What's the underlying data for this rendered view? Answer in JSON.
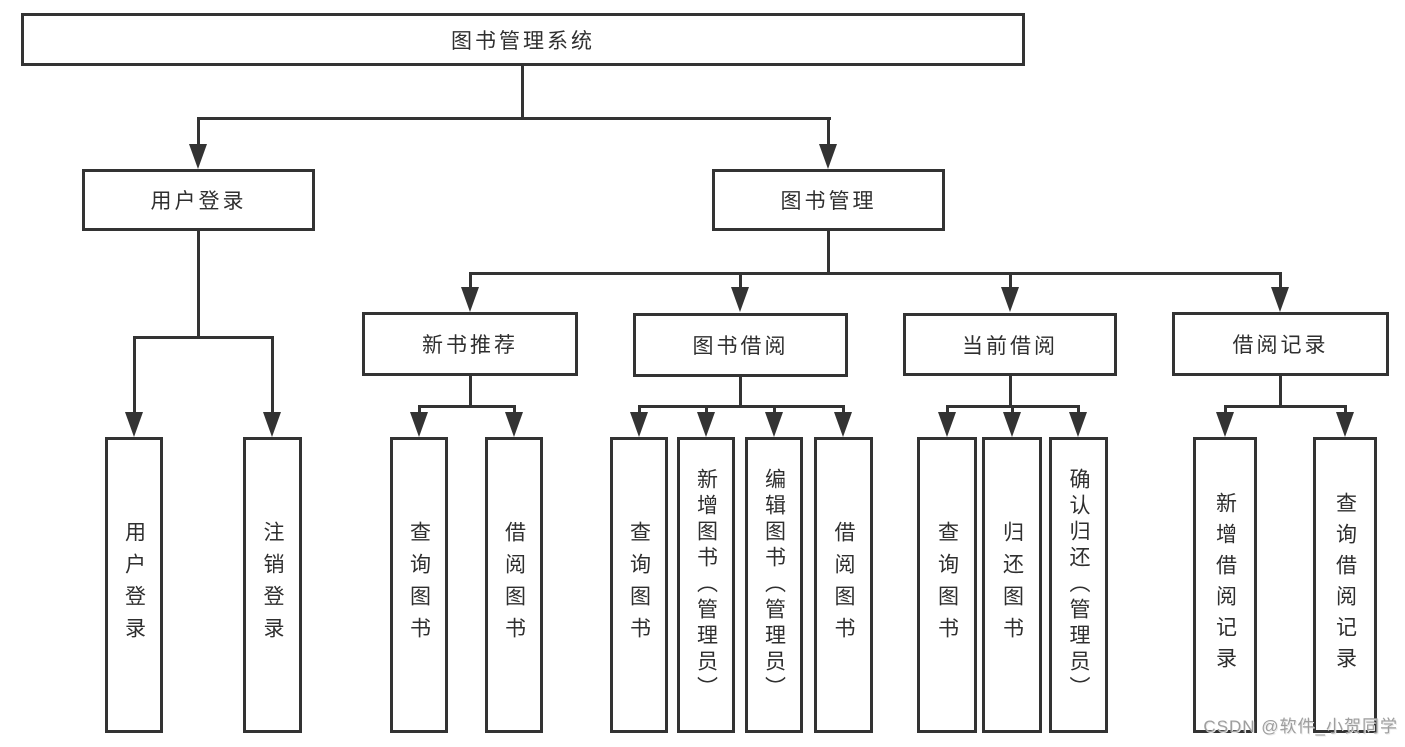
{
  "watermark": "CSDN @软件_小贺同学",
  "colors": {
    "line": "#333333",
    "text": "#2f2f2f",
    "background": "#ffffff",
    "watermark": "#9e9e9e"
  },
  "tree": {
    "root": {
      "label": "图书管理系统",
      "children": [
        {
          "label": "用户登录",
          "children": [
            {
              "label": "用户登录"
            },
            {
              "label": "注销登录"
            }
          ]
        },
        {
          "label": "图书管理",
          "children": [
            {
              "label": "新书推荐",
              "children": [
                {
                  "label": "查询图书"
                },
                {
                  "label": "借阅图书"
                }
              ]
            },
            {
              "label": "图书借阅",
              "children": [
                {
                  "label": "查询图书"
                },
                {
                  "label": "新增图书（管理员）"
                },
                {
                  "label": "编辑图书（管理员）"
                },
                {
                  "label": "借阅图书"
                }
              ]
            },
            {
              "label": "当前借阅",
              "children": [
                {
                  "label": "查询图书"
                },
                {
                  "label": "归还图书"
                },
                {
                  "label": "确认归还（管理员）"
                }
              ]
            },
            {
              "label": "借阅记录",
              "children": [
                {
                  "label": "新增借阅记录"
                },
                {
                  "label": "查询借阅记录"
                }
              ]
            }
          ]
        }
      ]
    }
  }
}
